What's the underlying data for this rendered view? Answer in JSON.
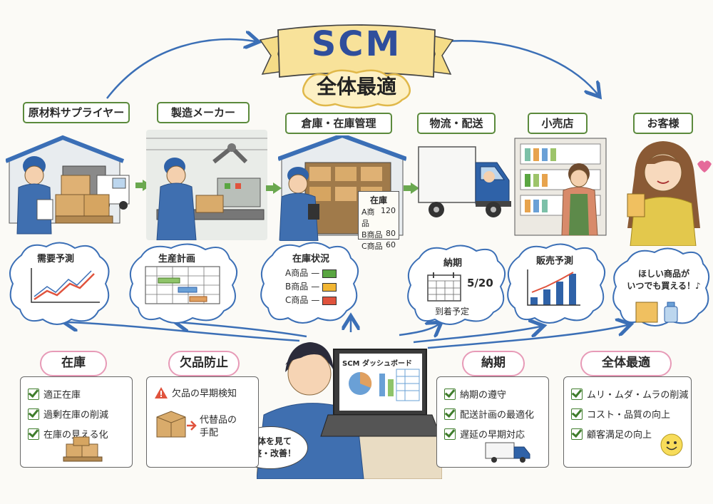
{
  "banner": {
    "title": "SCM",
    "subtitle": "全体最適"
  },
  "stages": [
    {
      "label": "原材料サプライヤー"
    },
    {
      "label": "製造メーカー"
    },
    {
      "label": "倉庫・在庫管理"
    },
    {
      "label": "物流・配送"
    },
    {
      "label": "小売店"
    },
    {
      "label": "お客様"
    }
  ],
  "inventory_sign": {
    "title": "在庫",
    "rows": [
      {
        "item": "A商品",
        "qty": "120"
      },
      {
        "item": "B商品",
        "qty": "80"
      },
      {
        "item": "C商品",
        "qty": "60"
      }
    ]
  },
  "clouds": {
    "demand_forecast": {
      "title": "需要予測"
    },
    "production_plan": {
      "title": "生産計画"
    },
    "stock_status": {
      "title": "在庫状況",
      "rows": [
        {
          "label": "A商品",
          "status_color": "#5aa642"
        },
        {
          "label": "B商品",
          "status_color": "#f2b632"
        },
        {
          "label": "C商品",
          "status_color": "#e0533d"
        }
      ]
    },
    "delivery_date": {
      "title": "納期",
      "date": "5/20",
      "caption": "到着予定"
    },
    "sales_forecast": {
      "title": "販売予測",
      "bar_values": [
        1,
        2,
        3,
        4
      ]
    },
    "customer": {
      "line1": "ほしい商品が",
      "line2": "いつでも買える！♪"
    }
  },
  "dashboard": {
    "title": "SCM ダッシュボード"
  },
  "worker_bubble": {
    "line1": "全体を見て",
    "line2": "調整・改善！"
  },
  "panels": {
    "inventory": {
      "title": "在庫",
      "items": [
        "適正在庫",
        "過剰在庫の削減",
        "在庫の見える化"
      ]
    },
    "stockout": {
      "title": "欠品防止",
      "warning": "欠品の早期検知",
      "substitute_line1": "代替品の",
      "substitute_line2": "手配"
    },
    "delivery": {
      "title": "納期",
      "items": [
        "納期の遵守",
        "配送計画の最適化",
        "遅延の早期対応"
      ]
    },
    "overall": {
      "title": "全体最適",
      "items": [
        "ムリ・ムダ・ムラの削減",
        "コスト・品質の向上",
        "顧客満足の向上"
      ]
    }
  },
  "colors": {
    "accent_blue": "#3b6fb6",
    "label_border": "#5b8a3c",
    "panel_title_border": "#e79ab7",
    "check_green": "#3f7d2c"
  }
}
